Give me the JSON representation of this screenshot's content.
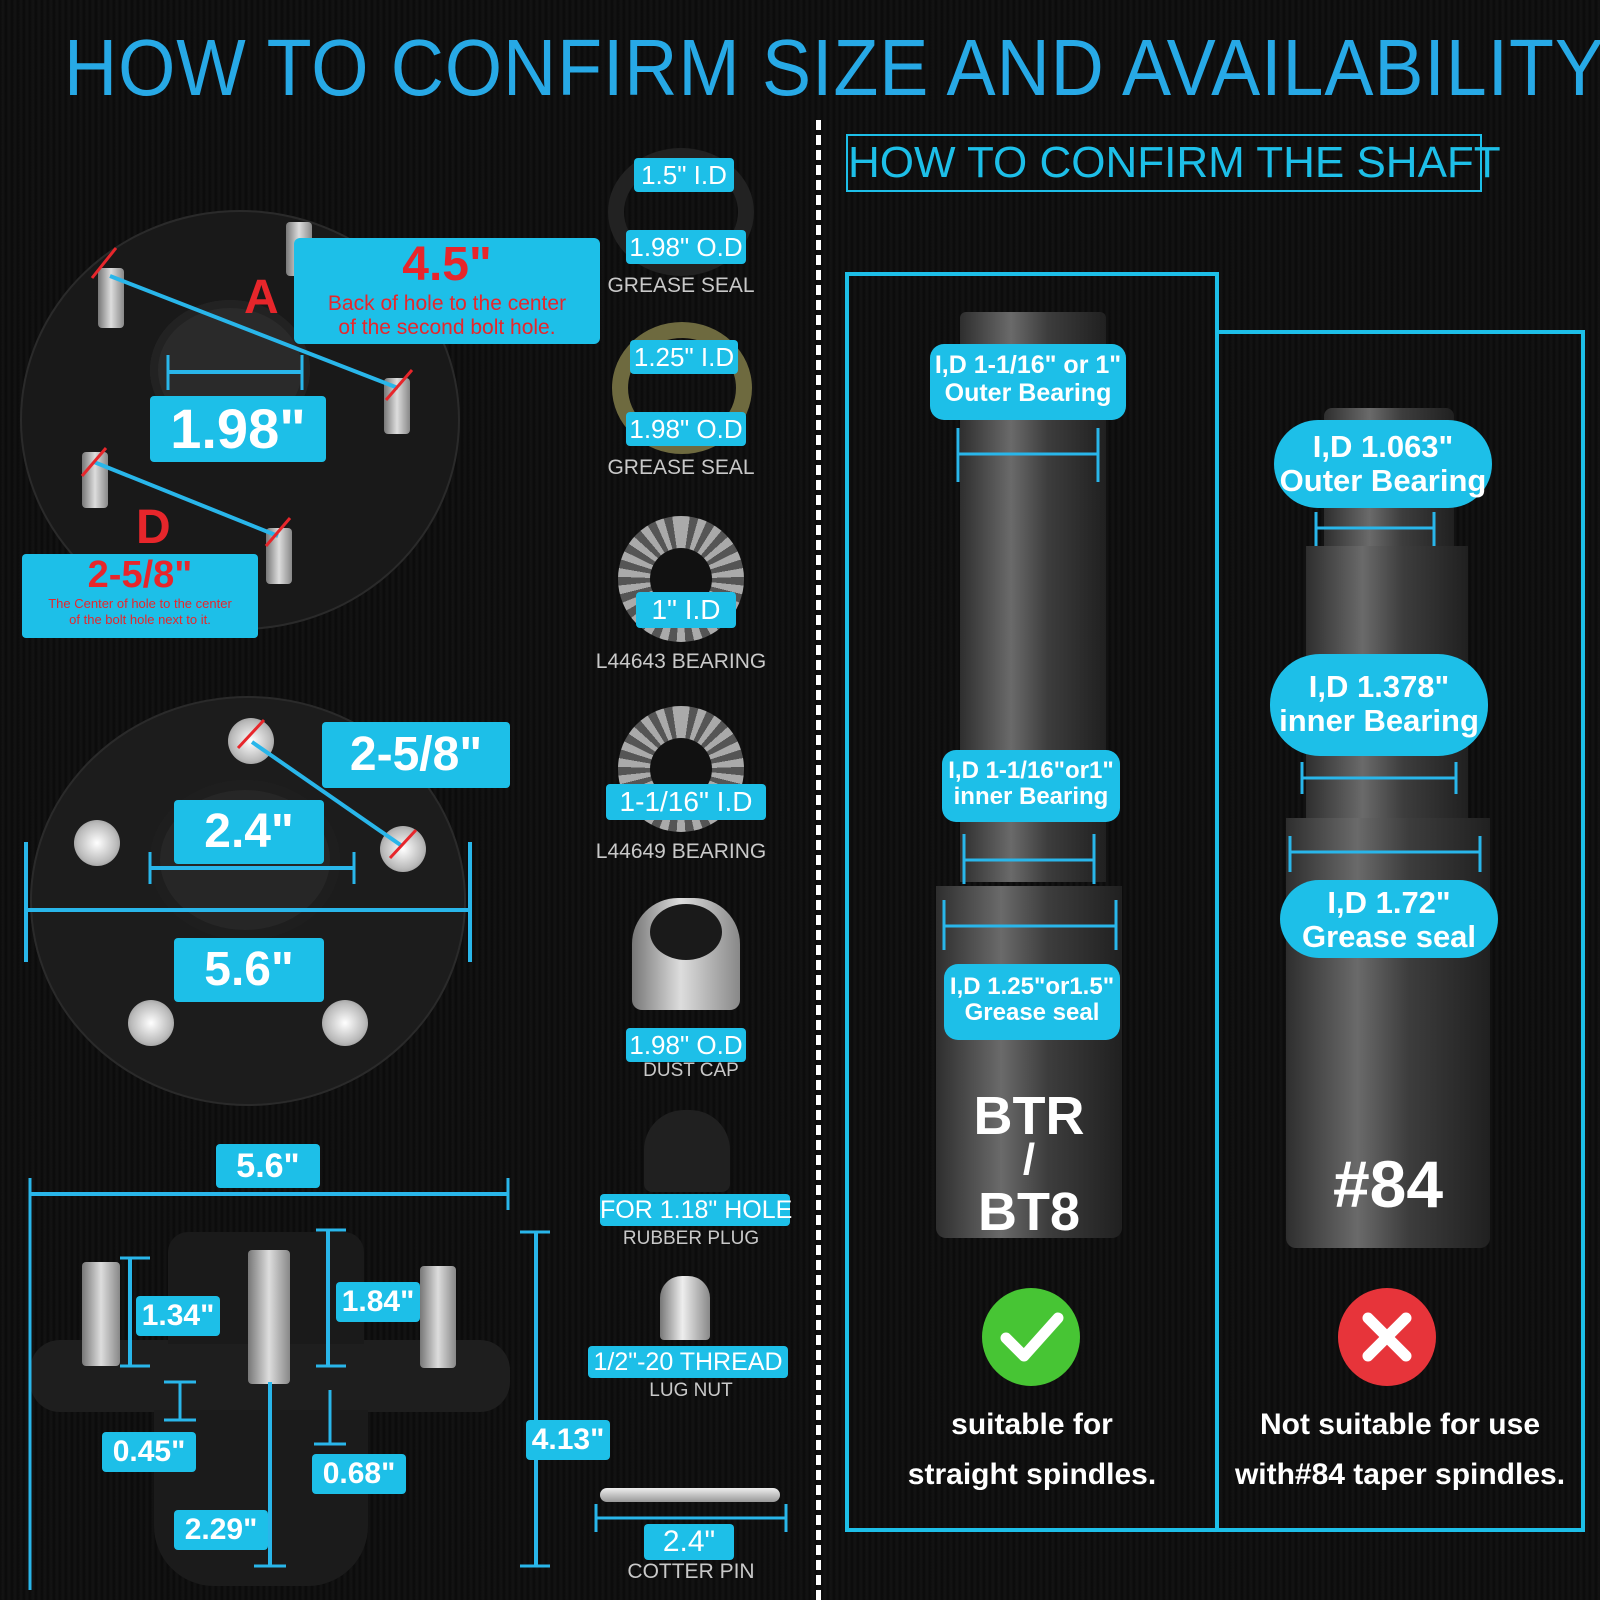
{
  "title": "HOW TO CONFIRM SIZE AND AVAILABILITY",
  "hub_top": {
    "bolt_a_letter": "A",
    "bolt_a_value": "4.5\"",
    "bolt_a_desc_line1": "Back of hole to the center",
    "bolt_a_desc_line2": "of the second bolt hole.",
    "bore": "1.98\"",
    "bolt_d_letter": "D",
    "bolt_d_value": "2-5/8\"",
    "bolt_d_desc_line1": "The Center of hole to the center",
    "bolt_d_desc_line2": "of the bolt hole next to it."
  },
  "hub_front": {
    "bolt_spacing": "2-5/8\"",
    "bore": "2.4\"",
    "diameter": "5.6\""
  },
  "hub_side": {
    "width": "5.6\"",
    "stud_len": "1.34\"",
    "hub_height": "1.84\"",
    "flange_thick": "0.45\"",
    "offset": "0.68\"",
    "total_height": "4.13\"",
    "lower_height": "2.29\""
  },
  "parts": [
    {
      "value1": "1.5\" I.D",
      "value2": "1.98\" O.D",
      "label": "GREASE SEAL"
    },
    {
      "value1": "1.25\" I.D",
      "value2": "1.98\" O.D",
      "label": "GREASE SEAL"
    },
    {
      "value1": "1\" I.D",
      "label": "L44643 BEARING"
    },
    {
      "value1": "1-1/16\" I.D",
      "label": "L44649 BEARING"
    },
    {
      "value1": "1.98\" O.D",
      "label": "DUST CAP"
    },
    {
      "value1": "FOR 1.18\" HOLE",
      "label": "RUBBER PLUG"
    },
    {
      "value1": "1/2\"-20 THREAD",
      "label": "LUG NUT"
    },
    {
      "value1": "2.4\"",
      "label": "COTTER PIN"
    }
  ],
  "shaft": {
    "heading": "HOW TO CONFIRM THE SHAFT",
    "btr": {
      "outer_line1": "I,D 1-1/16\" or 1\"",
      "outer_line2": "Outer Bearing",
      "inner_line1": "I,D 1-1/16\"or1\"",
      "inner_line2": "inner Bearing",
      "seal_line1": "I,D 1.25\"or1.5\"",
      "seal_line2": "Grease seal",
      "name_line1": "BTR",
      "name_line2": "/",
      "name_line3": "BT8",
      "verdict_line1": "suitable for",
      "verdict_line2": "straight spindles.",
      "check_color": "#47c534"
    },
    "taper": {
      "outer_line1": "I,D 1.063\"",
      "outer_line2": "Outer Bearing",
      "inner_line1": "I,D 1.378\"",
      "inner_line2": "inner Bearing",
      "seal_line1": "I,D 1.72\"",
      "seal_line2": "Grease seal",
      "name": "#84",
      "verdict_line1": "Not suitable for use",
      "verdict_line2": "with#84 taper spindles.",
      "cross_color": "#e7343a"
    }
  },
  "colors": {
    "accent": "#1dbfe8",
    "title": "#27a9e6",
    "red": "#e7262b"
  }
}
